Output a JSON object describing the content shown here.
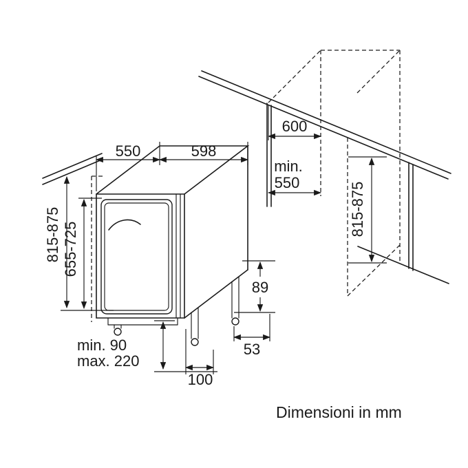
{
  "diagram": {
    "units_note": "Dimensioni in mm",
    "colors": {
      "line": "#1a1a1a",
      "background": "#ffffff"
    },
    "labels": {
      "appliance_depth": "550",
      "appliance_width": "598",
      "niche_width": "600",
      "niche_depth_min_line1": "min.",
      "niche_depth_min_line2": "550",
      "appliance_height": "815-875",
      "door_panel_height": "655-725",
      "niche_height": "815-875",
      "rear_foot_height": "89",
      "rear_offset": "53",
      "plinth_depth": "100",
      "plinth_range_min": "min. 90",
      "plinth_range_max": "max. 220"
    }
  }
}
